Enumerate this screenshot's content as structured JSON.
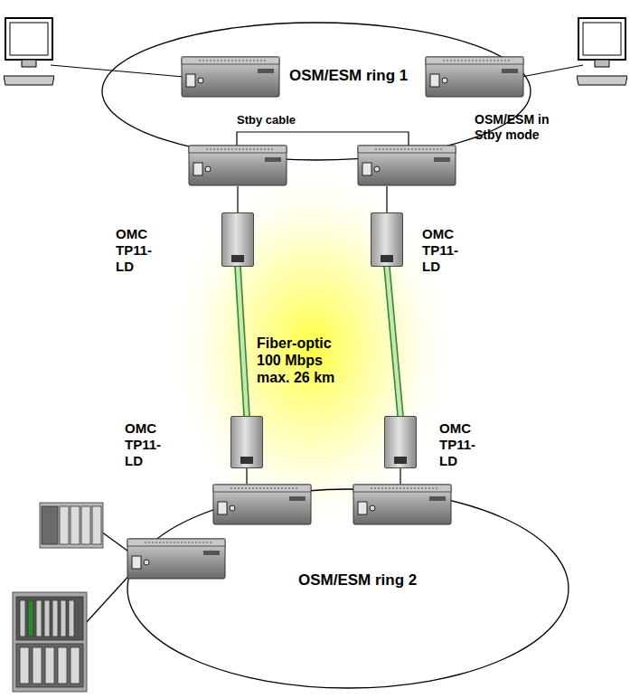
{
  "diagram": {
    "nodes": [
      {
        "text": [
          "OSM/ESM ring 1"
        ]
      },
      {
        "text": [
          "OMC TP11-LD"
        ]
      },
      {
        "text": [
          "OMC TP11-LD"
        ]
      },
      {
        "text": [
          "OMC TP11-LD"
        ]
      },
      {
        "text": [
          "OMC TP11-LD"
        ]
      },
      {
        "text": [
          "OSM/ESM ring 2"
        ]
      }
    ],
    "edges": [
      {
        "from": 1,
        "to": 3,
        "arrow": "none"
      },
      {
        "from": 2,
        "to": 4,
        "arrow": "none"
      }
    ],
    "labels": [
      "Stby cable",
      "OSM/ESM in Stby mode",
      "Fiber-optic 100 Mbps max. 26 km"
    ]
  }
}
